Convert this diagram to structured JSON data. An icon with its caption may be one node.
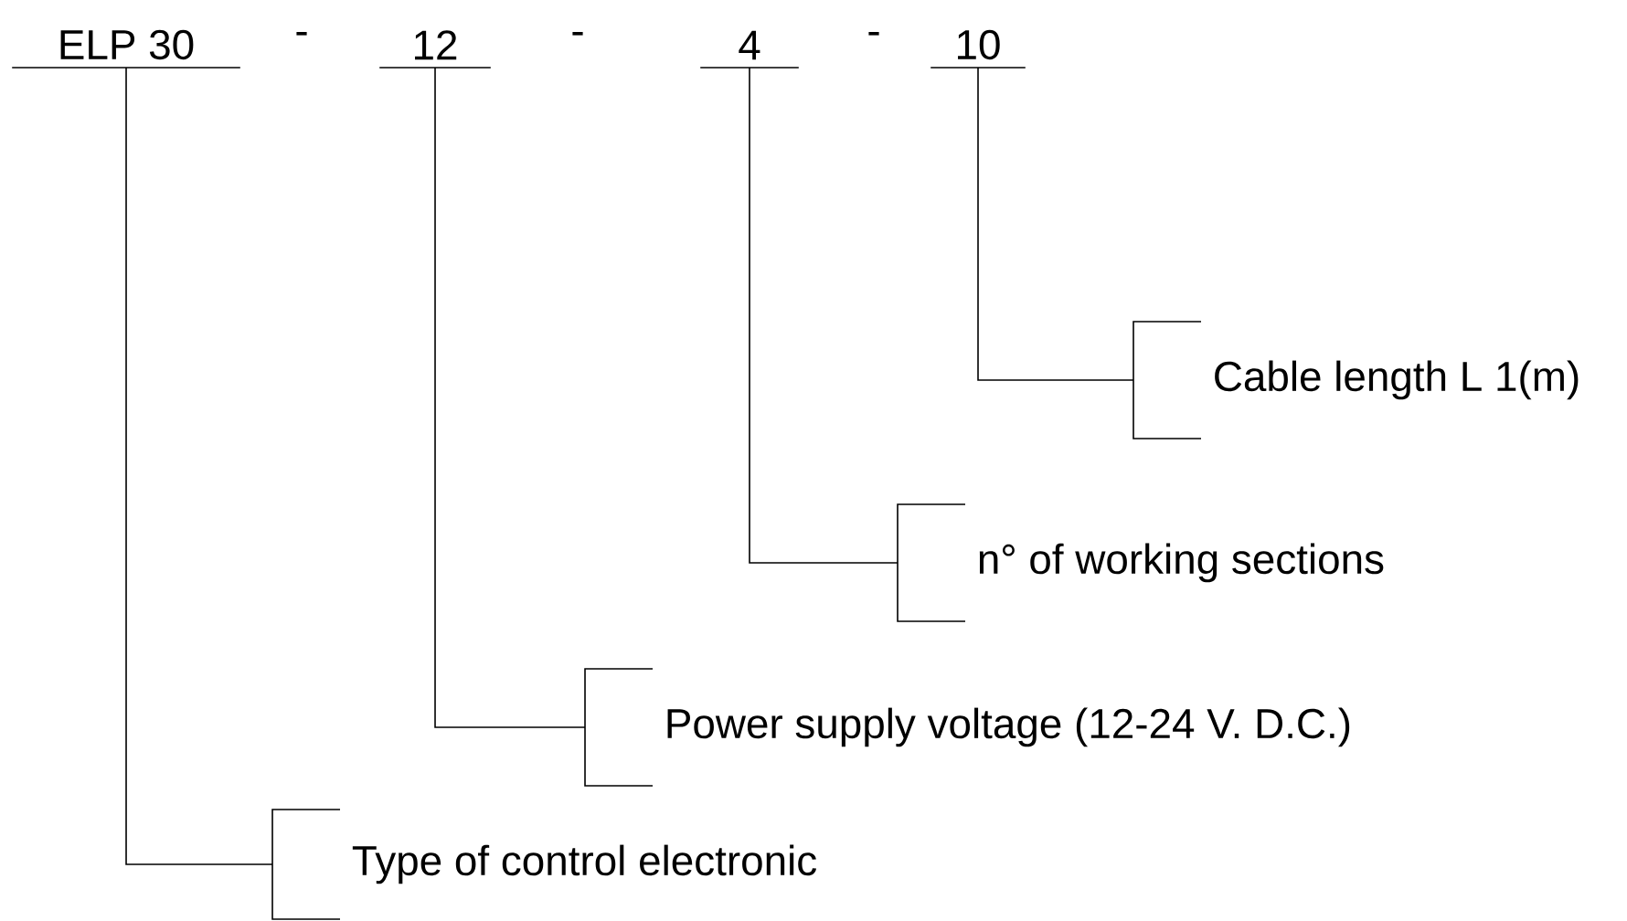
{
  "diagram": {
    "nodes": [
      {
        "text": [
          "ELP 30"
        ]
      },
      {
        "text": [
          "12"
        ]
      },
      {
        "text": [
          "4"
        ]
      },
      {
        "text": [
          "10"
        ]
      },
      {
        "text": [
          "Cable length L 1(m)"
        ]
      },
      {
        "text": [
          "n° of working sections"
        ]
      },
      {
        "text": [
          "Power supply voltage (12-24 V. D.C.)"
        ]
      },
      {
        "text": [
          "Type of control electronic"
        ]
      }
    ],
    "edges": [
      {
        "from": 0,
        "to": 7,
        "arrow": "none"
      },
      {
        "from": 1,
        "to": 6,
        "arrow": "none"
      },
      {
        "from": 2,
        "to": 5,
        "arrow": "none"
      },
      {
        "from": 3,
        "to": 4,
        "arrow": "none"
      }
    ],
    "labels": [
      "-",
      "-",
      "-"
    ]
  }
}
